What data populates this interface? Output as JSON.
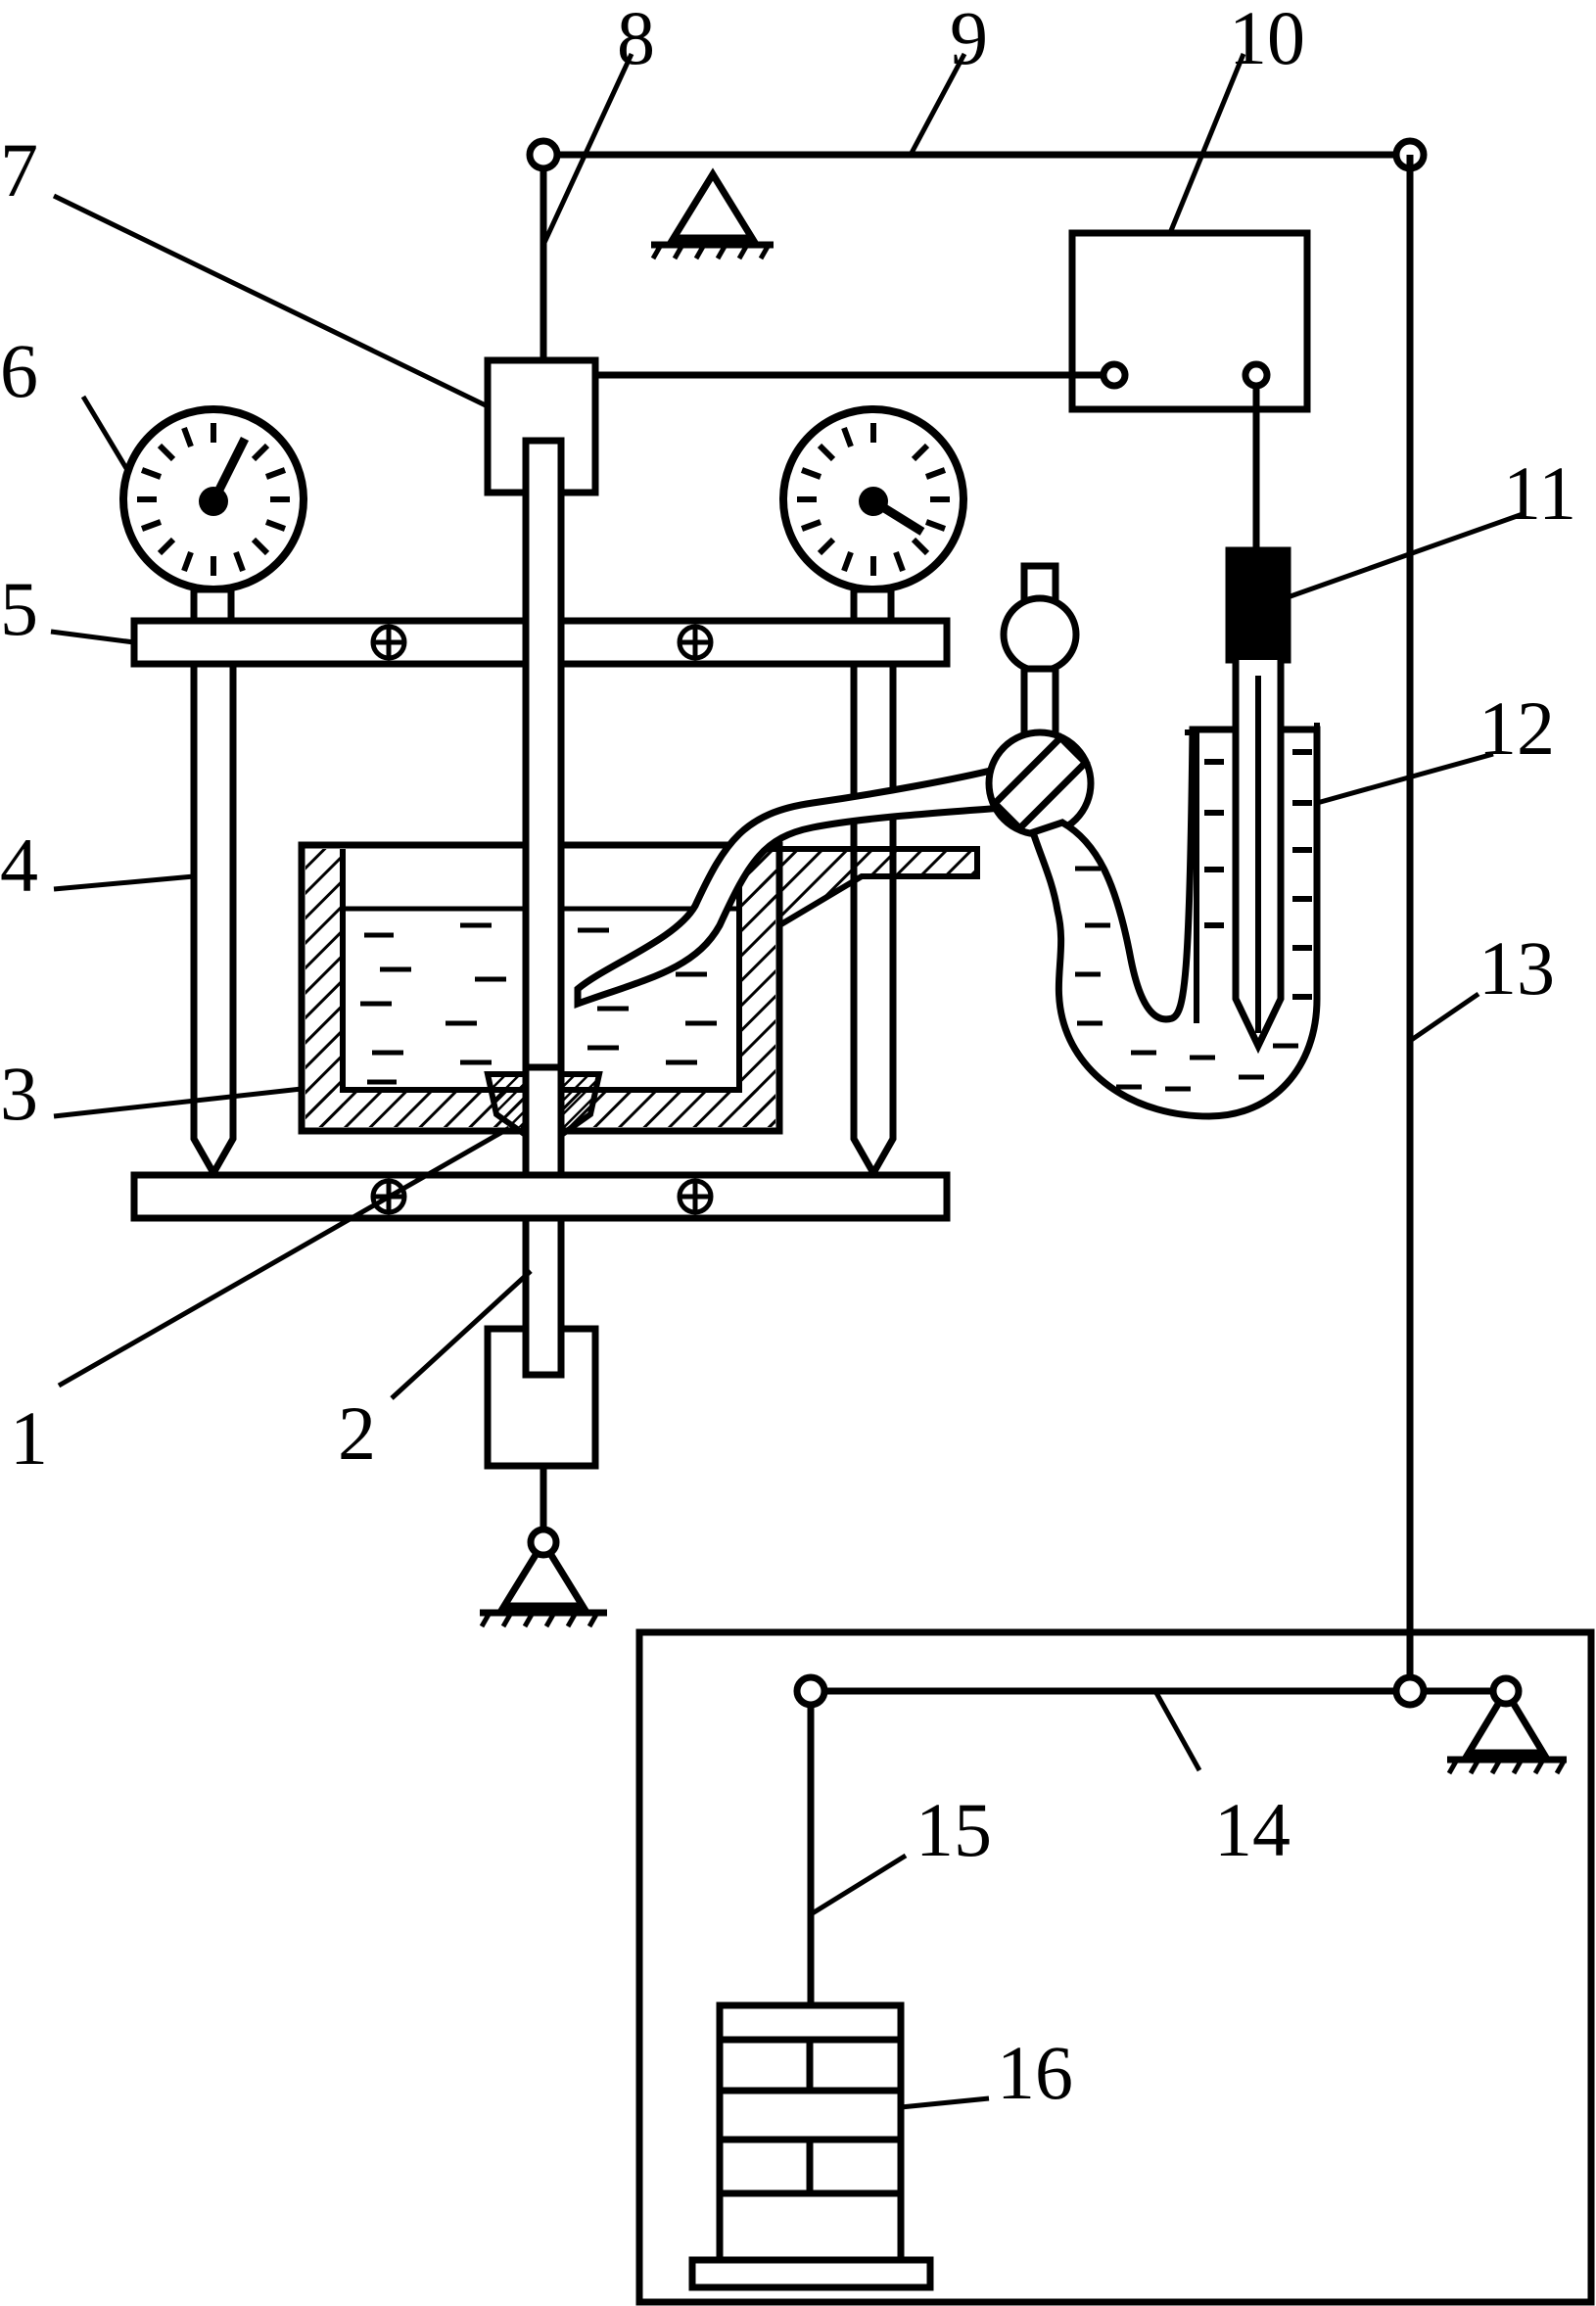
{
  "colors": {
    "ink": "#000000",
    "paper": "#ffffff"
  },
  "diagram": {
    "type": "apparatus-schematic",
    "labels": {
      "l1": "1",
      "l2": "2",
      "l3": "3",
      "l4": "4",
      "l5": "5",
      "l6": "6",
      "l7": "7",
      "l8": "8",
      "l9": "9",
      "l10": "10",
      "l11": "11",
      "l12": "12",
      "l13": "13",
      "l14": "14",
      "l15": "15",
      "l16": "16"
    },
    "icons": {
      "gauge": "pressure-gauge-icon",
      "pivot": "fixed-pivot-support-icon",
      "valve": "stopcock-valve-icon",
      "weights": "stacked-weights-icon"
    }
  }
}
